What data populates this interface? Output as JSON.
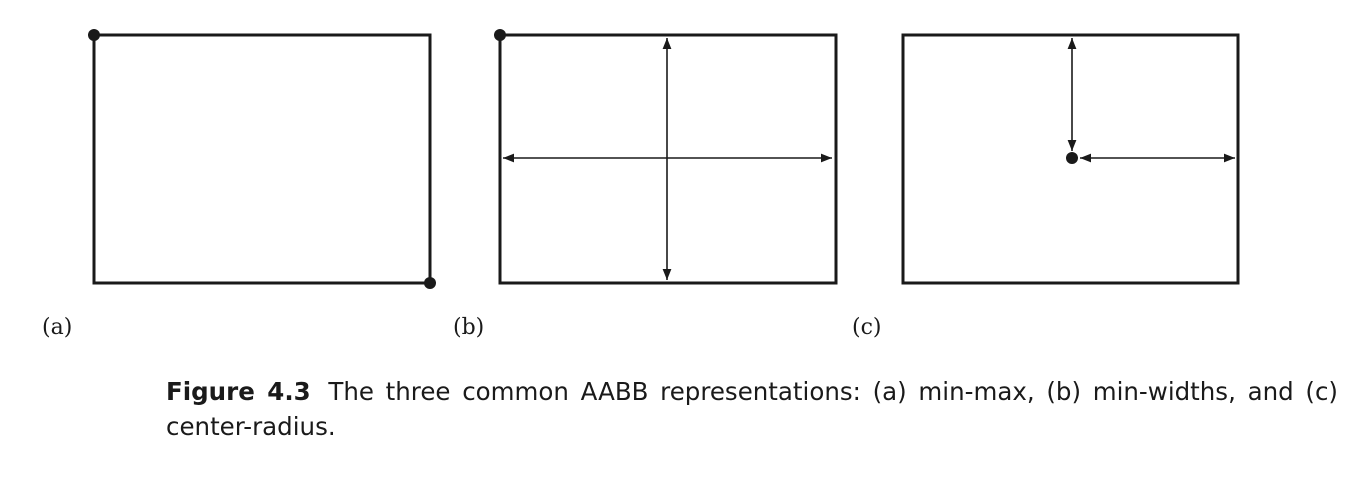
{
  "panels": [
    {
      "label": "(a)"
    },
    {
      "label": "(b)"
    },
    {
      "label": "(c)"
    }
  ],
  "caption": {
    "number": "Figure 4.3",
    "text": "The three common AABB representations: (a) min-max, (b) min-widths, and (c) center-radius."
  },
  "colors": {
    "stroke": "#1a1a1a",
    "background": "#ffffff"
  }
}
